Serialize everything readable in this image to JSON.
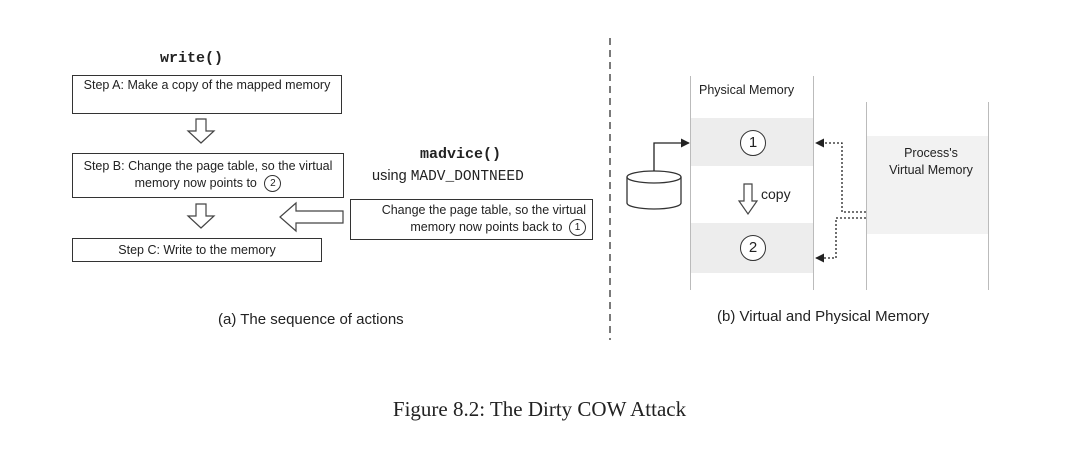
{
  "left": {
    "write_title": "write()",
    "step_a": "Step A: Make a copy of the mapped memory",
    "step_b": "Step  B: Change the page table, so the virtual memory now points to",
    "step_b_marker": "2",
    "step_c": "Step C: Write to the memory",
    "madvice_title": "madvice()",
    "madvice_using": "using",
    "madvice_flag": "MADV_DONTNEED",
    "madvice_box": "Change the page table, so the virtual memory now points back to",
    "madvice_marker": "1",
    "caption": "(a) The sequence of actions"
  },
  "right": {
    "physical_label": "Physical Memory",
    "page_1": "1",
    "page_2": "2",
    "copy_label": "copy",
    "file_label": "file",
    "process_label_line1": "Process's",
    "process_label_line2": "Virtual Memory",
    "caption": "(b) Virtual and Physical Memory"
  },
  "figure_caption": "Figure 8.2: The Dirty COW Attack"
}
